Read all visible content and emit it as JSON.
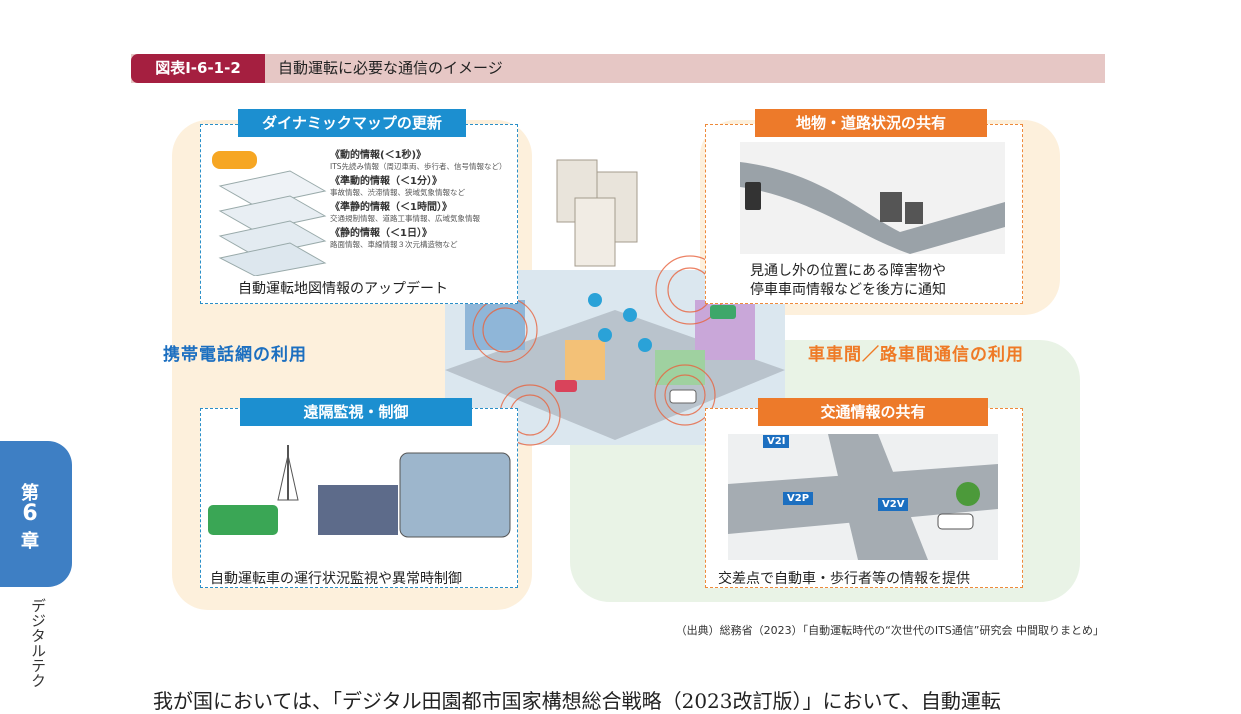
{
  "caption": {
    "tag": "図表Ⅰ-6-1-2",
    "title": "自動運転に必要な通信のイメージ"
  },
  "figure": {
    "section_mobile": "携帯電話網の利用",
    "section_v2x": "車車間／路車間通信の利用",
    "panel_dynamic_map": {
      "title": "ダイナミックマップの更新",
      "caption": "自動運転地図情報のアップデート",
      "layers": [
        {
          "title": "《動的情報(＜1秒)》",
          "desc": "ITS先読み情報（周辺車両、歩行者、信号情報など）"
        },
        {
          "title": "《準動的情報（＜1分）》",
          "desc": "事故情報、渋滞情報、狭域気象情報など"
        },
        {
          "title": "《準静的情報（＜1時間）》",
          "desc": "交通規制情報、道路工事情報、広域気象情報"
        },
        {
          "title": "《静的情報（＜1日）》",
          "desc": "路面情報、車線情報３次元構造物など"
        }
      ]
    },
    "panel_road_share": {
      "title": "地物・道路状況の共有",
      "caption_line1": "見通し外の位置にある障害物や",
      "caption_line2": "停車車両情報などを後方に通知"
    },
    "panel_remote": {
      "title": "遠隔監視・制御",
      "caption": "自動運転車の運行状況監視や異常時制御"
    },
    "panel_traffic": {
      "title": "交通情報の共有",
      "caption": "交差点で自動車・歩行者等の情報を提供",
      "tags": [
        "V2I",
        "V2P",
        "V2V"
      ]
    }
  },
  "source": "（出典）総務省（2023）「自動運転時代の“次世代のITS通信”研究会 中間取りまとめ」",
  "body_text": "我が国においては、「デジタル田園都市国家構想総合戦略（2023改訂版）」において、自動運転",
  "side_tab": {
    "line1": "第",
    "line2": "6",
    "line3": "章"
  },
  "side_vertical": "デジタルテク",
  "colors": {
    "caption_tag": "#a51f40",
    "caption_bar": "#e6c7c5",
    "blue": "#1c8fd0",
    "orange": "#ed7a2a",
    "side_tab": "#3e7fc4"
  }
}
